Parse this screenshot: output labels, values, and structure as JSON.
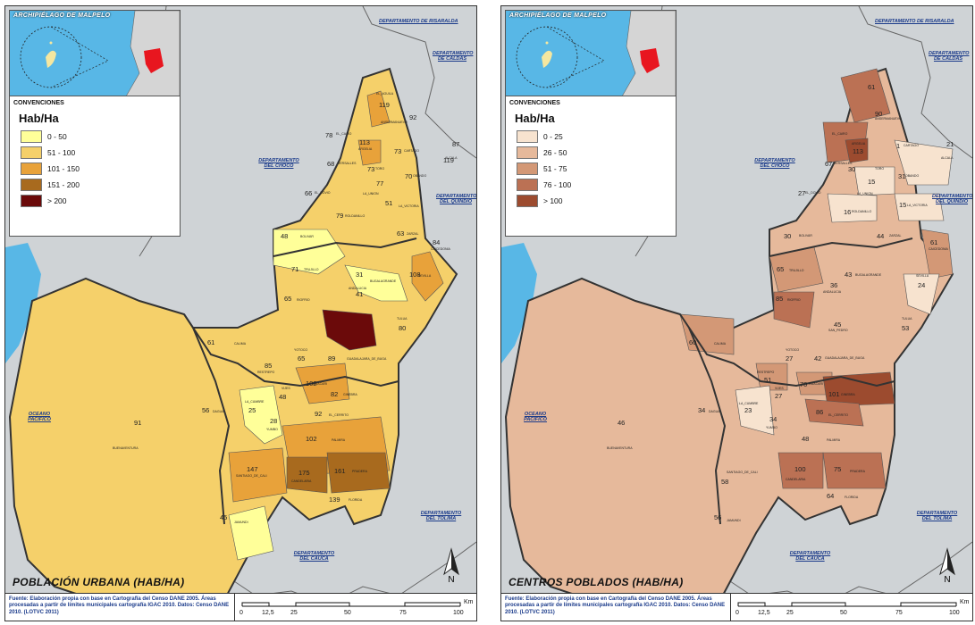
{
  "panels": [
    {
      "title": "POBLACIÓN URBANA (HAB/HA)",
      "inset_title": "ARCHIPIÉLAGO DE MALPELO",
      "legend": {
        "header": "CONVENCIONES",
        "unit": "Hab/Ha",
        "items": [
          {
            "label": "0 - 50",
            "color": "#ffff99"
          },
          {
            "label": "51 - 100",
            "color": "#f5d06a"
          },
          {
            "label": "101 - 150",
            "color": "#e8a23a"
          },
          {
            "label": "151 - 200",
            "color": "#a86a1e"
          },
          {
            "label": "> 200",
            "color": "#6b0a0a"
          }
        ]
      },
      "values": [
        "119",
        "92",
        "78",
        "113",
        "73",
        "87",
        "119",
        "68",
        "73",
        "70",
        "77",
        "66",
        "51",
        "79",
        "63",
        "48",
        "84",
        "31",
        "71",
        "108",
        "41",
        "65",
        "80",
        "61",
        "89",
        "65",
        "85",
        "102",
        "82",
        "48",
        "56",
        "25",
        "28",
        "91",
        "92",
        "102",
        "147",
        "175",
        "161",
        "139",
        "45"
      ],
      "municipalities": [
        "EL_AGUILA",
        "ANSERMANUEVO",
        "EL_CAIRO",
        "ARGELIA",
        "CARTAGO",
        "VERSALLES",
        "TORO",
        "OBANDO",
        "LA_UNION",
        "EL_DOVIO",
        "LA_VICTORIA",
        "ROLDANILLO",
        "ZARZAL",
        "ALCALA",
        "BOLIVAR",
        "CAICEDONIA",
        "BUGALAGRANDE",
        "TRUJILLO",
        "SEVILLA",
        "ANDALUCIA",
        "RIOFRIO",
        "TULUA",
        "CALIMA",
        "YOTOCO",
        "GUADALAJARA_DE_BUGA",
        "RESTREPO",
        "GUACARI",
        "GINEBRA",
        "VIJES",
        "LA_CUMBRE",
        "DAGUA",
        "YUMBO",
        "EL_CERRITO",
        "PALMIRA",
        "BUENAVENTURA",
        "SANTIAGO_DE_CALI",
        "CANDELARIA",
        "PRADERA",
        "FLORIDA",
        "JAMUNDI"
      ]
    },
    {
      "title": "CENTROS POBLADOS (HAB/HA)",
      "inset_title": "ARCHIPIÉLAGO DE MALPELO",
      "legend": {
        "header": "CONVENCIONES",
        "unit": "Hab/Ha",
        "items": [
          {
            "label": "0 - 25",
            "color": "#f7e3cf"
          },
          {
            "label": "26 - 50",
            "color": "#e6b99b"
          },
          {
            "label": "51 - 75",
            "color": "#d39876"
          },
          {
            "label": "76 - 100",
            "color": "#bb7154"
          },
          {
            "label": "> 100",
            "color": "#9c4b2f"
          }
        ]
      },
      "values": [
        "61",
        "90",
        "113",
        "1",
        "21",
        "67",
        "30",
        "31",
        "15",
        "27",
        "16",
        "15",
        "44",
        "30",
        "61",
        "65",
        "43",
        "36",
        "24",
        "85",
        "45",
        "53",
        "60",
        "27",
        "42",
        "51",
        "70",
        "101",
        "27",
        "23",
        "34",
        "34",
        "86",
        "48",
        "46",
        "58",
        "100",
        "75",
        "64",
        "56"
      ],
      "municipalities": [
        "ANSERMANUEVO",
        "EL_CAIRO",
        "ARGELIA",
        "CARTAGO",
        "ALCALA",
        "VERSALLES",
        "TORO",
        "OBANDO",
        "EL_DOVIO",
        "LA_UNION",
        "ROLDANILLO",
        "LA_VICTORIA",
        "ZARZAL",
        "BOLIVAR",
        "CAICEDONIA",
        "TRUJILLO",
        "BUGALAGRANDE",
        "ANDALUCIA",
        "SEVILLA",
        "RIOFRIO",
        "SAN_PEDRO",
        "TULUA",
        "CALIMA",
        "YOTOCO",
        "GUADALAJARA_DE_BUGA",
        "RESTREPO",
        "GUACARI",
        "GINEBRA",
        "VIJES",
        "LA_CUMBRE",
        "DAGUA",
        "YUMBO",
        "EL_CERRITO",
        "PALMIRA",
        "BUENAVENTURA",
        "SANTIAGO_DE_CALI",
        "CANDELARIA",
        "PRADERA",
        "FLORIDA",
        "JAMUNDI"
      ]
    }
  ],
  "departments": [
    "DEPARTAMENTO DE RISARALDA",
    "DEPARTAMENTO DE CALDAS",
    "DEPARTAMENTO DEL CHOCO",
    "DEPARTAMENTO DEL QUINDIO",
    "DEPARTAMENTO DEL TOLIMA",
    "DEPARTAMENTO DEL CAUCA"
  ],
  "ocean": "OCEANO PACIFICO",
  "source": "Fuente: Elaboración propia con base en Cartografía del Censo DANE 2005. Áreas procesadas a partir de límites municipales cartografía IGAC 2010. Datos: Censo DANE 2010. (LOTVC 2011)",
  "scale": {
    "ticks": [
      "0",
      "12,5",
      "25",
      "50",
      "75",
      "100"
    ],
    "unit": "Km"
  },
  "north": "N",
  "colors": {
    "sea": "#58b7e6",
    "land": "#cfd3d6",
    "inset_highlight": "#e8161f"
  }
}
